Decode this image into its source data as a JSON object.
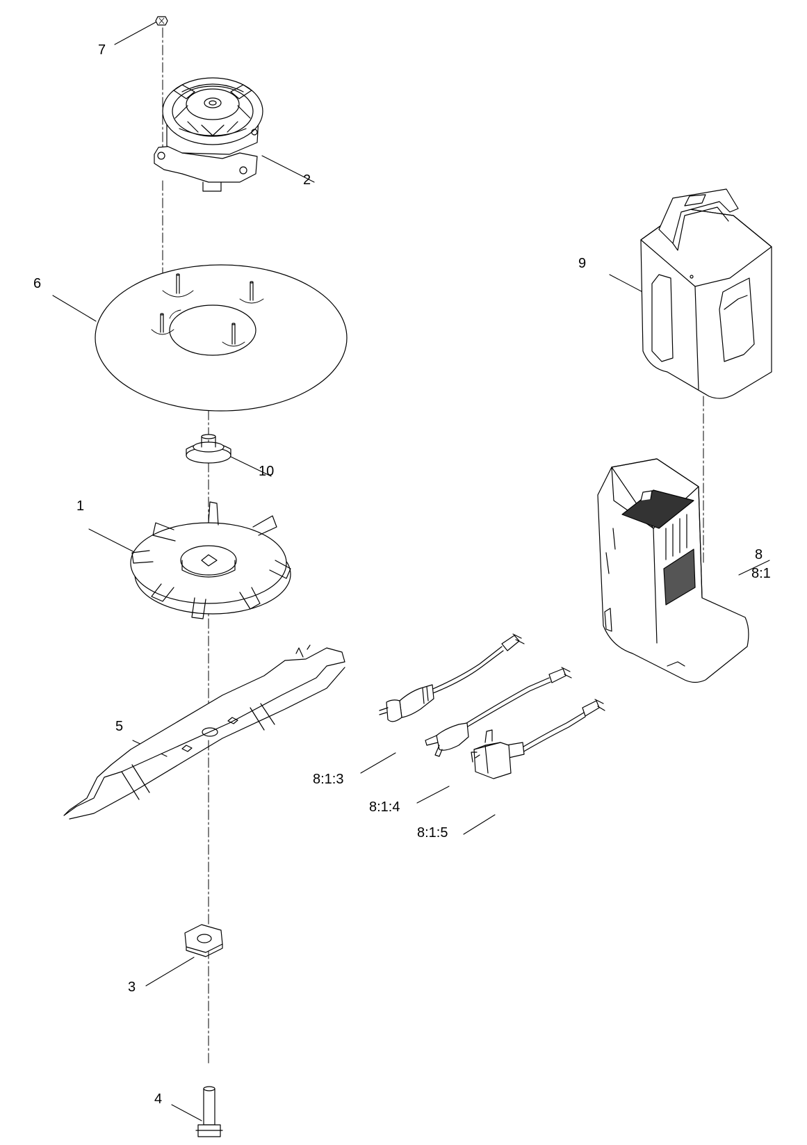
{
  "callouts": {
    "c1": "1",
    "c2": "2",
    "c3": "3",
    "c4": "4",
    "c5": "5",
    "c6": "6",
    "c7": "7",
    "c8": "8",
    "c8_1": "8:1",
    "c8_1_3": "8:1:3",
    "c8_1_4": "8:1:4",
    "c8_1_5": "8:1:5",
    "c9": "9",
    "c10": "10"
  },
  "colors": {
    "line": "#000000",
    "background": "#ffffff",
    "grille": "#333333"
  }
}
